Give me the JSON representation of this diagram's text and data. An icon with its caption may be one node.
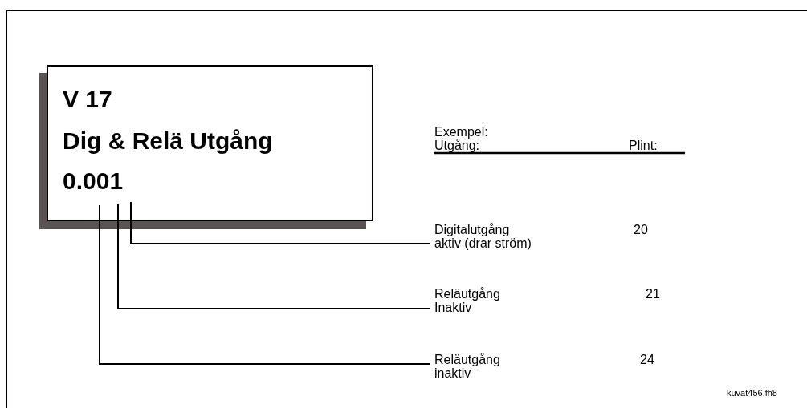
{
  "diagram": {
    "nodes": [
      {
        "text": [
          "V 17",
          "Dig & Relä Utgång",
          "0.001"
        ]
      },
      {
        "text": [
          "Digitalutgång aktiv (drar ström)"
        ]
      },
      {
        "text": [
          "Reläutgång Inaktiv"
        ]
      },
      {
        "text": [
          "Reläutgång inaktiv"
        ]
      }
    ],
    "edges": [
      {
        "from": 1,
        "to": 0,
        "arrow": "none"
      },
      {
        "from": 2,
        "to": 0,
        "arrow": "none"
      },
      {
        "from": 3,
        "to": 0,
        "arrow": "none"
      }
    ],
    "labels": [
      "Exempel:",
      "Utgång:",
      "Plint:",
      "20",
      "21",
      "24",
      "kuvat456.fh8"
    ]
  }
}
